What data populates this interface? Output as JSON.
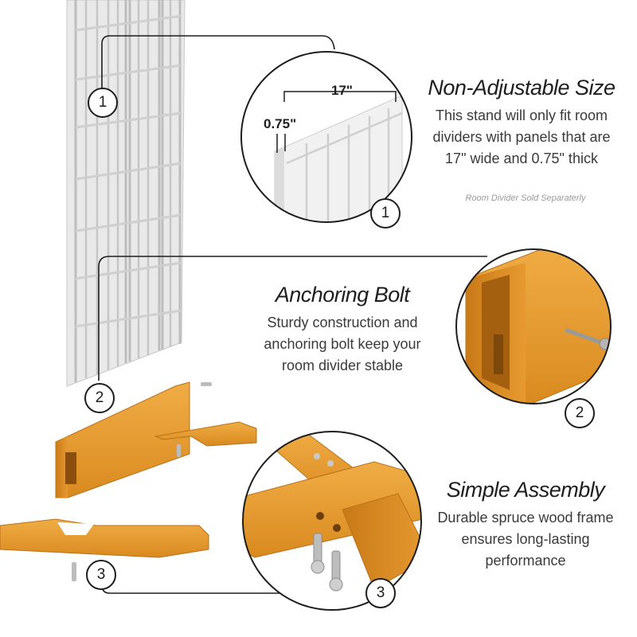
{
  "features": [
    {
      "title": "Non-Adjustable Size",
      "lines": [
        "This stand will only fit room",
        "dividers with panels that are",
        "17\" wide and 0.75\" thick"
      ]
    },
    {
      "title": "Anchoring Bolt",
      "lines": [
        "Sturdy construction and",
        "anchoring bolt keep your",
        "room divider stable"
      ]
    },
    {
      "title": "Simple Assembly",
      "lines": [
        "Durable spruce wood frame",
        "ensures long-lasting",
        "performance"
      ]
    }
  ],
  "note": "Room Divider Sold Separaterly",
  "dimensions": {
    "width": "17\"",
    "thickness": "0.75\""
  },
  "callouts": [
    "1",
    "2",
    "3"
  ],
  "colors": {
    "wood": "#e0962c",
    "wood_dark": "#b86f16",
    "panel": "#ededed",
    "line": "#1e1e1e"
  }
}
